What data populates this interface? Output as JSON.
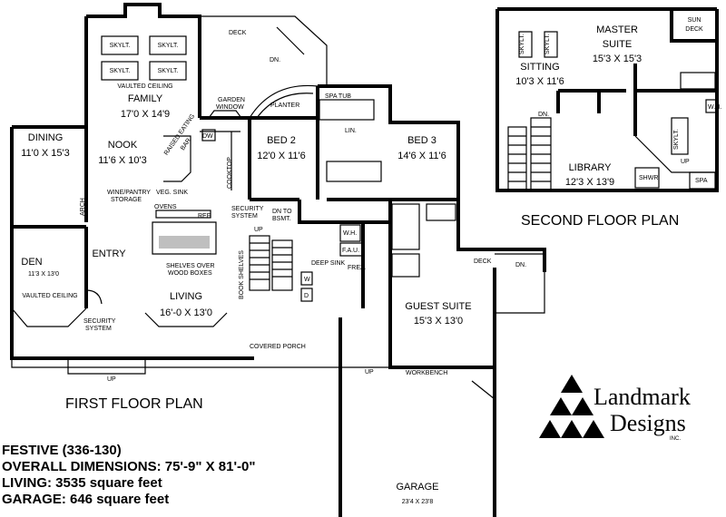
{
  "plan_name": "FESTIVE (336-130)",
  "overall_dimensions": "OVERALL DIMENSIONS: 75'-9\" X 81'-0\"",
  "living_area": "LIVING: 3535 square feet",
  "garage_area": "GARAGE: 646 square feet",
  "brand": {
    "line1": "Landmark",
    "line2": "Designs",
    "suffix": "INC."
  },
  "floors": {
    "first": {
      "title": "FIRST FLOOR PLAN"
    },
    "second": {
      "title": "SECOND FLOOR PLAN"
    }
  },
  "rooms": {
    "dining": {
      "name": "DINING",
      "size": "11'0 X 15'3"
    },
    "family": {
      "name": "FAMILY",
      "size": "17'0 X 14'9",
      "note": "VAULTED CEILING"
    },
    "nook": {
      "name": "NOOK",
      "size": "11'6 X 10'3"
    },
    "bed2": {
      "name": "BED 2",
      "size": "12'0 X 11'6"
    },
    "bed3": {
      "name": "BED 3",
      "size": "14'6 X 11'6"
    },
    "den": {
      "name": "DEN",
      "size": "11'3 X 13'0",
      "note": "VAULTED CEILING"
    },
    "entry": {
      "name": "ENTRY"
    },
    "living": {
      "name": "LIVING",
      "size": "16'-0 X 13'0"
    },
    "guest": {
      "name": "GUEST SUITE",
      "size": "15'3 X 13'0"
    },
    "garage": {
      "name": "GARAGE",
      "size": "23'4 X 23'8"
    },
    "master": {
      "name": "MASTER",
      "name2": "SUITE",
      "size": "15'3 X 15'3"
    },
    "sitting": {
      "name": "SITTING",
      "size": "10'3 X 11'6"
    },
    "library": {
      "name": "LIBRARY",
      "size": "12'3 X 13'9"
    },
    "sundeck": {
      "name": "SUN",
      "name2": "DECK"
    }
  },
  "labels": {
    "deck": "DECK",
    "dn": "DN.",
    "up": "UP",
    "skylt": "SKYLT.",
    "planter": "PLANTER",
    "garden_window_1": "GARDEN",
    "garden_window_2": "WINDOW",
    "spa_tub": "SPA TUB",
    "lin": "LIN.",
    "raised_bar_1": "RAISED EATING",
    "raised_bar_2": "BAR",
    "dw": "DW",
    "veg_sink": "VEG. SINK",
    "cooktop": "COOKTOP",
    "wine_1": "WINE/PANTRY",
    "wine_2": "STORAGE",
    "arch": "ARCH",
    "ovens": "OVENS",
    "ref": "REF.",
    "shelves_1": "SHELVES OVER",
    "shelves_2": "WOOD BOXES",
    "security_1": "SECURITY",
    "security_2": "SYSTEM",
    "dn_to_1": "DN TO",
    "dn_to_2": "BSMT.",
    "wh": "W.H.",
    "fau": "F.A.U.",
    "deep_sink": "DEEP SINK",
    "frez": "FREZ.",
    "w": "W",
    "d": "D",
    "book_shelves": "BOOK SHELVES",
    "covered_porch": "COVERED PORCH",
    "workbench": "WORKBENCH",
    "shwr": "SHWR",
    "spa": "SPA"
  }
}
